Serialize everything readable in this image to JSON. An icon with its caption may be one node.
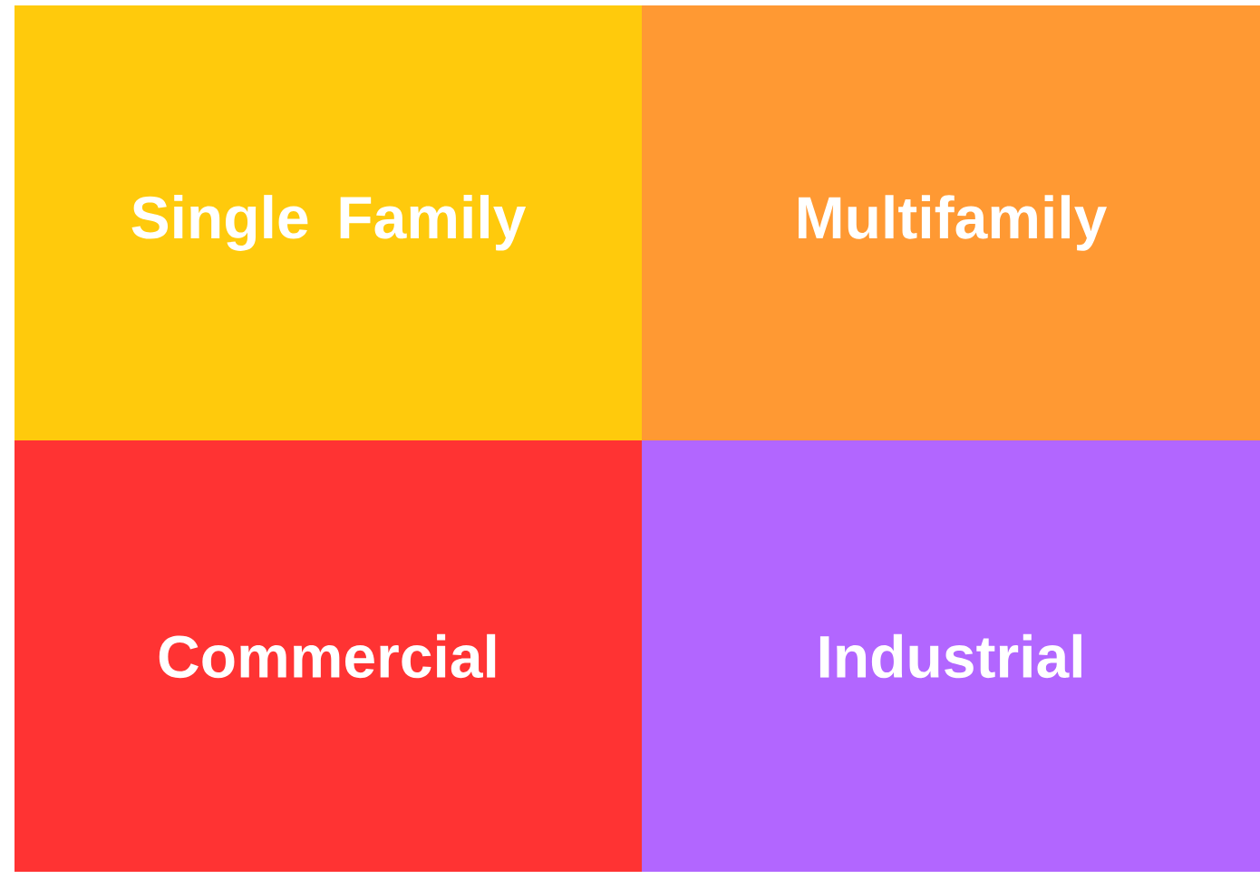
{
  "diagram": {
    "nodes": [
      {
        "text": [
          "Single Family"
        ]
      },
      {
        "text": [
          "Multifamily"
        ]
      },
      {
        "text": [
          "Commercial"
        ]
      },
      {
        "text": [
          "Industrial"
        ]
      }
    ]
  }
}
